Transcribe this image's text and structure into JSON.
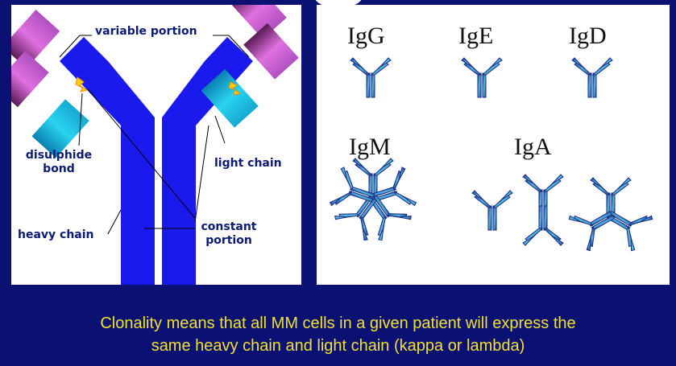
{
  "diagram": {
    "labels": {
      "variable_portion": "variable portion",
      "disulphide_bond_line1": "disulphide",
      "disulphide_bond_line2": "bond",
      "light_chain": "light chain",
      "heavy_chain": "heavy chain",
      "constant_portion_line1": "constant",
      "constant_portion_line2": "portion"
    },
    "classes": [
      "IgG",
      "IgE",
      "IgD",
      "IgM",
      "IgA"
    ],
    "colors": {
      "background": "#0a1173",
      "heavy_chain": "#1a1aee",
      "light_chain": "#17b3d8",
      "variable_region": "#d05ad8",
      "bond": "#ffd000",
      "label_text": "#0b1a73",
      "caption_text": "#f2e12e"
    }
  },
  "caption": {
    "line1": "Clonality means that all MM cells in a given patient will express the",
    "line2": "same heavy chain and light chain (kappa or lambda)"
  }
}
